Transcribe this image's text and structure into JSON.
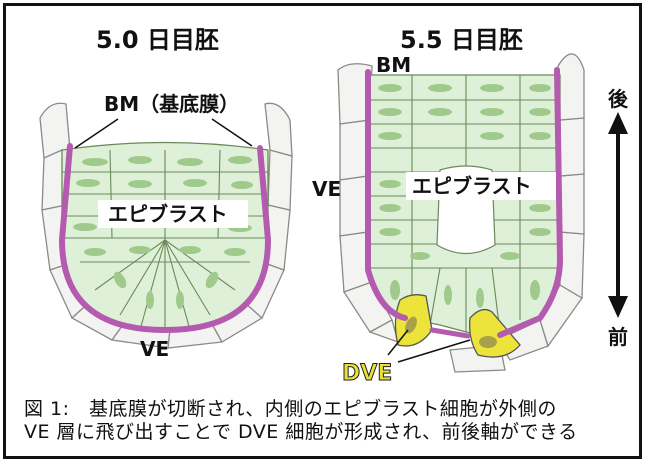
{
  "figure": {
    "left_title": "5.0 日目胚",
    "right_title": "5.5 日目胚",
    "left_labels": {
      "bm": "BM（基底膜）",
      "epiblast": "エピブラスト",
      "ve": "VE"
    },
    "right_labels": {
      "bm": "BM",
      "ve": "VE",
      "epiblast": "エピブラスト",
      "dve": "DVE"
    },
    "axis": {
      "posterior": "後",
      "anterior": "前"
    },
    "colors": {
      "epiblast_cell": "#dff0d8",
      "nucleus": "#9fca8c",
      "membrane": "#b45bb0",
      "ve_cell": "#f3f3f1",
      "dve_cell": "#ece43a",
      "dve_nucleus": "#a9a14a"
    }
  },
  "caption": {
    "line1": "図 1:　基底膜が切断され、内側のエピブラスト細胞が外側の",
    "line2": "VE 層に飛び出すことで DVE 細胞が形成され、前後軸ができる"
  }
}
